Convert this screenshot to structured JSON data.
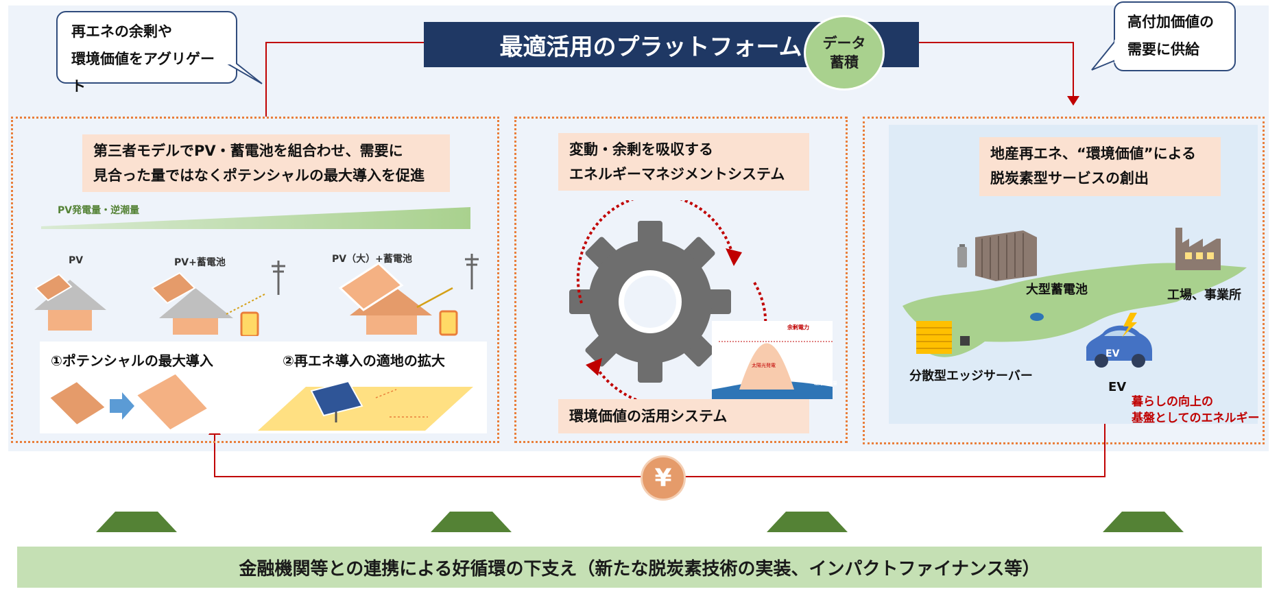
{
  "platform": {
    "title": "最適活用のプラットフォーム",
    "circle_line1": "データ",
    "circle_line2": "蓄積"
  },
  "callouts": {
    "left_line1": "再エネの余剰や",
    "left_line2": "環境価値をアグリゲート",
    "right_line1": "高付加価値の",
    "right_line2": "需要に供給"
  },
  "left_section": {
    "header_line1": "第三者モデルでPV・蓄電池を組合わせ、需要に",
    "header_line2": "見合った量ではなくポテンシャルの最大導入を促進",
    "pv_bar_label": "PV発電量・逆潮量",
    "house1_label": "PV",
    "house2_label": "PV+蓄電池",
    "house3_label": "PV（大）+蓄電池",
    "sub1": "①ポテンシャルの最大導入",
    "sub2": "②再エネ導入の適地の拡大"
  },
  "middle_section": {
    "header_line1": "変動・余剰を吸収する",
    "header_line2": "エネルギーマネジメントシステム",
    "footer": "環境価値の活用システム",
    "mini_chart_surplus": "余剰電力",
    "mini_chart_solar": "太陽光発電",
    "mini_chart_demand": "電力需要量"
  },
  "right_section": {
    "header_line1": "地産再エネ、“環境価値”による",
    "header_line2": "脱炭素型サービスの創出",
    "battery_label": "大型蓄電池",
    "factory_label": "工場、事業所",
    "edge_label": "分散型エッジサーバー",
    "ev_label": "EV",
    "ev_badge": "EV",
    "red_line1": "暮らしの向上の",
    "red_line2": "基盤としてのエネルギー"
  },
  "yen_symbol": "¥",
  "finance_bar": "金融機関等との連携による好循環の下支え（新たな脱炭素技術の実装、インパクトファイナンス等）",
  "colors": {
    "navy": "#1f3864",
    "green": "#a9d18e",
    "orange_dotted": "#e97e3a",
    "peach": "#fbe1d1",
    "red": "#c00000",
    "finance_green": "#c5e0b4"
  }
}
